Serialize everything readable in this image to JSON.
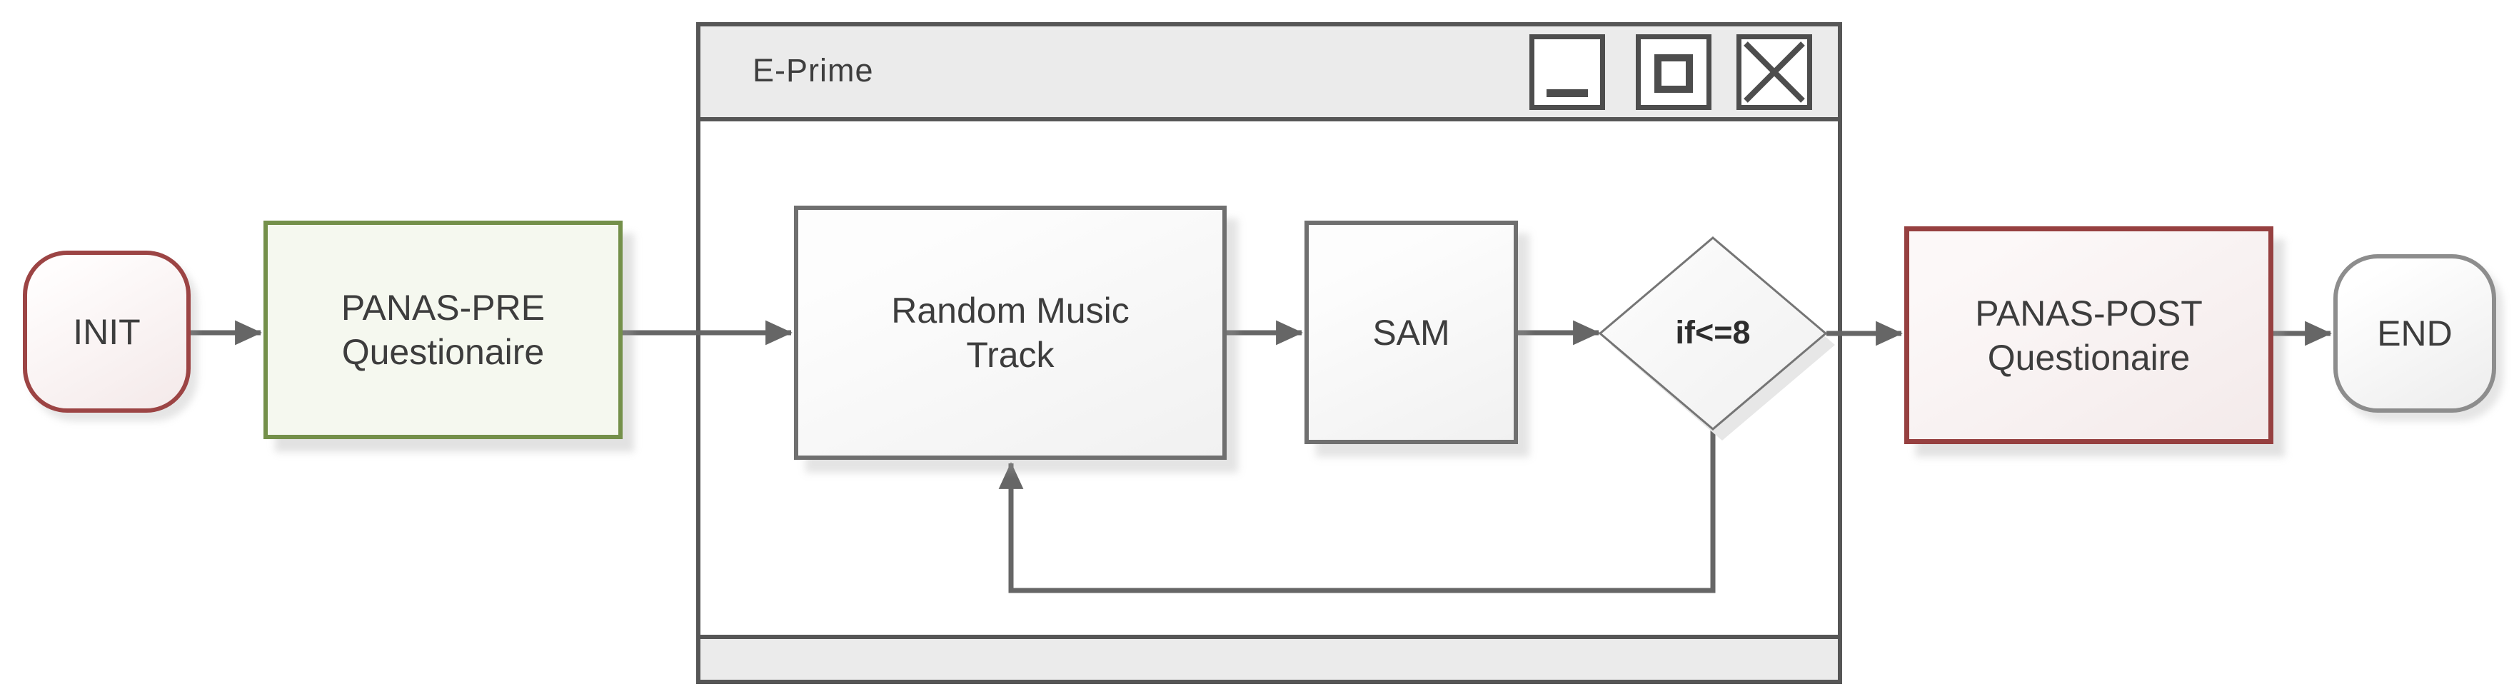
{
  "colors": {
    "background": "#ffffff",
    "connector": "#666666",
    "text": "#3d3d3d",
    "decision_text": "#2d2d2d",
    "window_border": "#565656",
    "titlebar_bg": "#ebebeb",
    "window_button_glyph": "#4d4d4d",
    "red_border": "#9c4444",
    "red_fill": "#f8f0f0",
    "green_border": "#74904a",
    "green_fill": "#f5f8ef",
    "gray_border": "#6f6f6f",
    "gray_fill": "#f1f1f1"
  },
  "flowchart": {
    "init": {
      "label": "INIT"
    },
    "panas_pre": {
      "label": "PANAS-PRE\nQuestionaire"
    },
    "random_music": {
      "label": "Random Music\nTrack"
    },
    "sam": {
      "label": "SAM"
    },
    "decision": {
      "label": "if<=8"
    },
    "panas_post": {
      "label": "PANAS-POST\nQuestionaire"
    },
    "end": {
      "label": "END"
    }
  },
  "window": {
    "title": "E-Prime",
    "buttons": [
      "minimize",
      "maximize",
      "close"
    ]
  }
}
